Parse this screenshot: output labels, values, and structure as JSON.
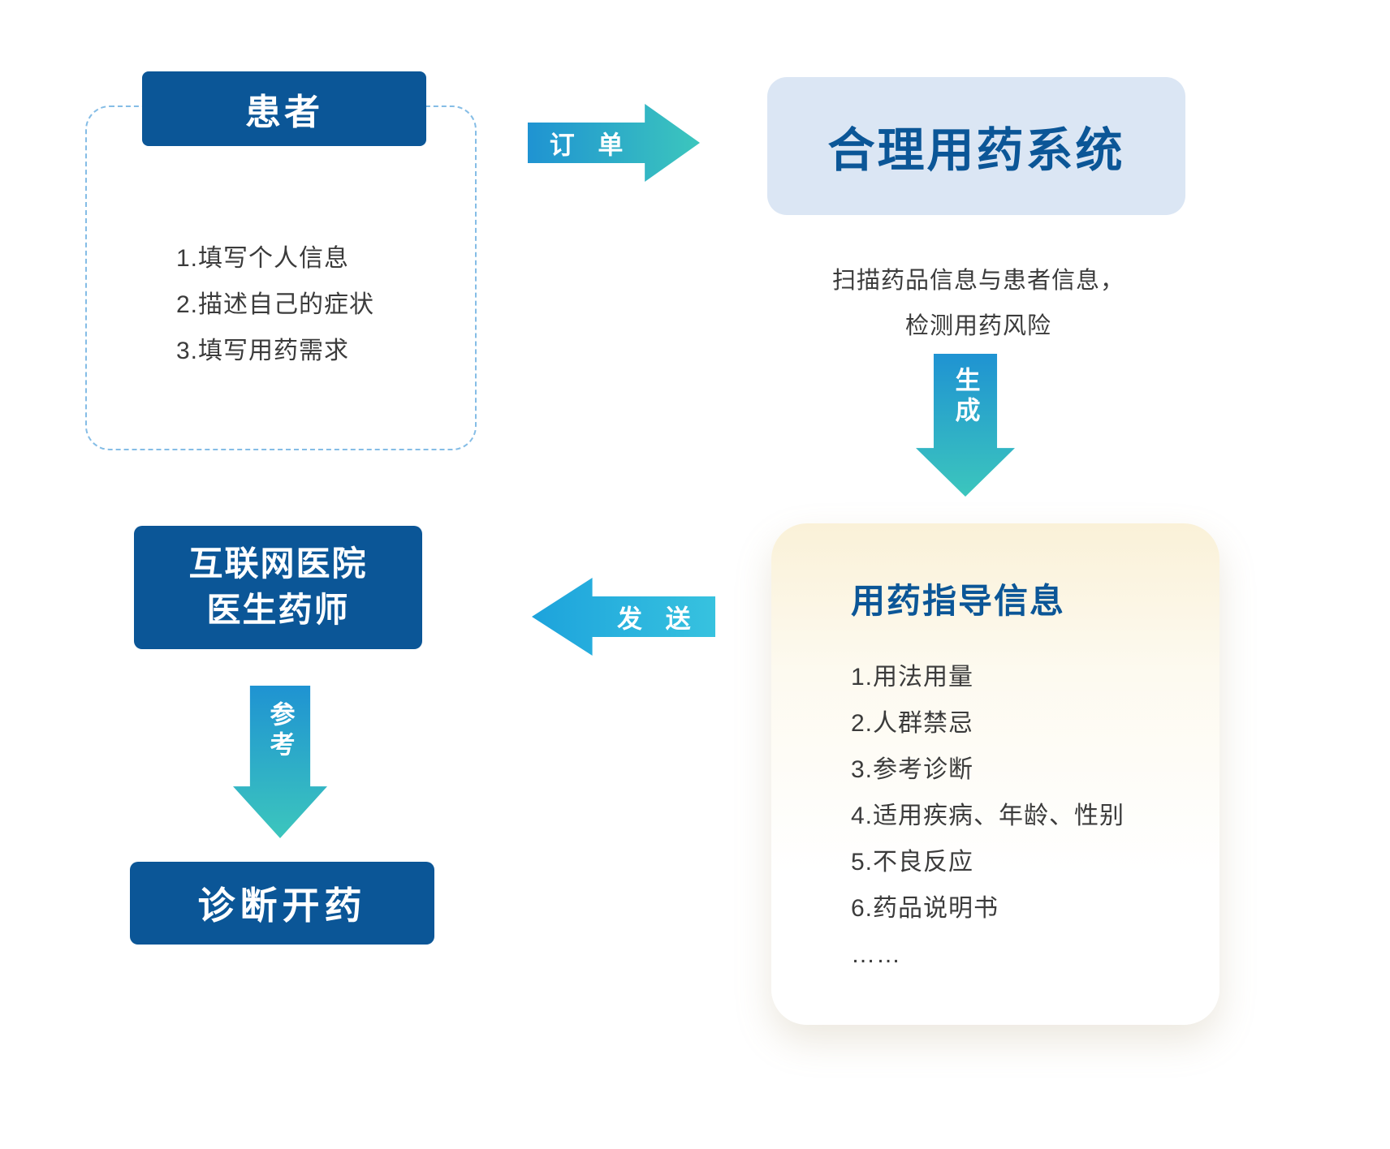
{
  "colors": {
    "bg": "#ffffff",
    "primary-blue": "#0b5697",
    "light-blue": "#dbe6f4",
    "dash-border": "#85bde6",
    "card-cream": "#faf1d8",
    "arrow-blue": "#1f93d2",
    "arrow-teal": "#3cc6bd",
    "send-blue-1": "#1da3dc",
    "send-blue-2": "#37c2df",
    "text-dark": "#3b3b3b"
  },
  "patient": {
    "title": "患者",
    "items": [
      "1.填写个人信息",
      "2.描述自己的症状",
      "3.填写用药需求"
    ]
  },
  "system": {
    "title": "合理用药系统",
    "desc_line1": "扫描药品信息与患者信息，",
    "desc_line2": "检测用药风险"
  },
  "guidance": {
    "title": "用药指导信息",
    "items": [
      "1.用法用量",
      "2.人群禁忌",
      "3.参考诊断",
      "4.适用疾病、年龄、性别",
      "5.不良反应",
      "6.药品说明书",
      "……"
    ]
  },
  "hospital": {
    "line1": "互联网医院",
    "line2": "医生药师"
  },
  "prescribe": {
    "title": "诊断开药"
  },
  "arrows": {
    "order": "订 单",
    "generate": "生成",
    "send": "发 送",
    "reference": "参考"
  }
}
